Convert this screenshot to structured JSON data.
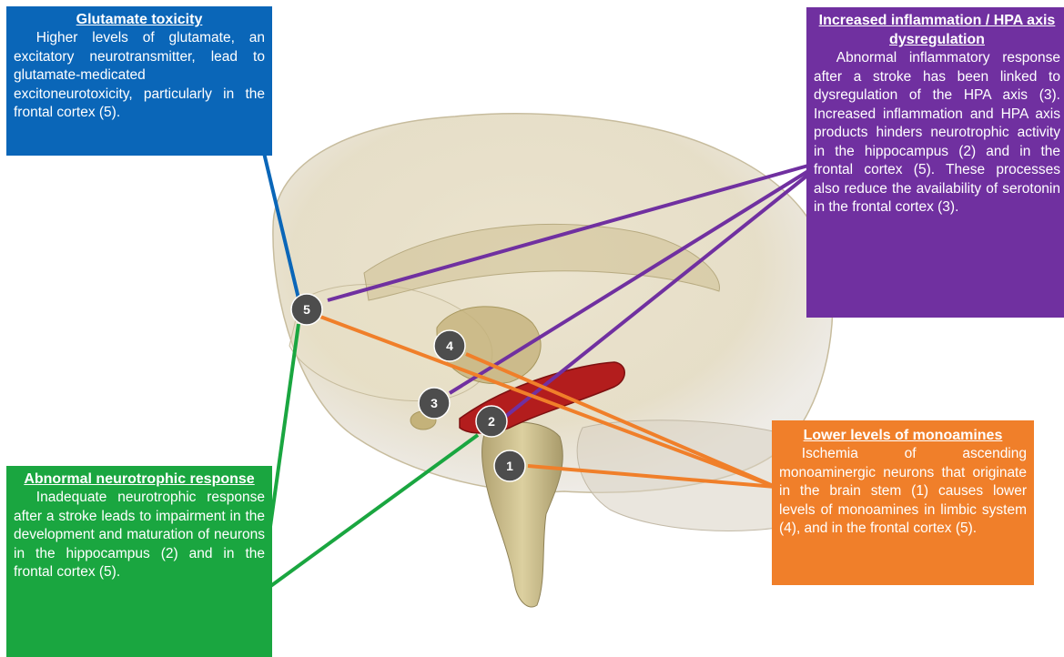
{
  "boxes": {
    "glutamate": {
      "title": "Glutamate toxicity",
      "body": "Higher levels of glutamate, an excitatory neurotransmitter, lead to glutamate-medicated excitoneurotoxicity, particularly in the frontal cortex (5).",
      "color": "#0a66b8"
    },
    "inflammation": {
      "title": "Increased inflammation / HPA axis dysregulation",
      "body": "Abnormal inflammatory response after a stroke has been linked to dysregulation of the HPA axis (3). Increased inflammation and HPA axis products hinders neurotrophic activity in the hippocampus (2) and in the frontal cortex (5). These processes also reduce the availability of serotonin in the frontal cortex (3).",
      "color": "#7030a0"
    },
    "monoamines": {
      "title": "Lower levels of monoamines",
      "body": "Ischemia of ascending monoaminergic neurons that originate in the brain stem (1) causes lower levels of monoamines in limbic system (4), and in the frontal cortex (5).",
      "color": "#f07f2a"
    },
    "neurotrophic": {
      "title": "Abnormal neurotrophic response",
      "body": "Inadequate neurotrophic response after a stroke leads to impairment in the development and maturation of neurons in the hippocampus (2) and in the frontal cortex (5).",
      "color": "#1aa640"
    }
  },
  "markers": {
    "m1": "1",
    "m2": "2",
    "m3": "3",
    "m4": "4",
    "m5": "5"
  },
  "colors": {
    "marker_fill": "#4d4d4d",
    "hippocampus": "#b31d1d",
    "brainstem": "#c9b98a",
    "brain_shell": "#d8ccaa"
  }
}
